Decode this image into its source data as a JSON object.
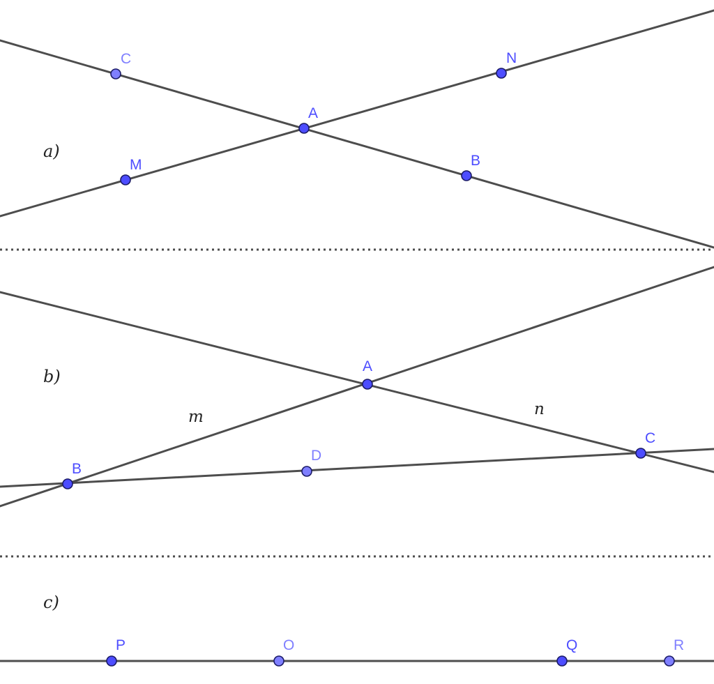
{
  "sections": {
    "a": {
      "label": "a)"
    },
    "b": {
      "label": "b)"
    },
    "c": {
      "label": "c)"
    }
  },
  "points": {
    "a": {
      "A": "A",
      "B": "B",
      "C": "C",
      "M": "M",
      "N": "N"
    },
    "b": {
      "A": "A",
      "B": "B",
      "C": "C",
      "D": "D"
    },
    "c": {
      "P": "P",
      "O": "O",
      "Q": "Q",
      "R": "R"
    }
  },
  "line_names": {
    "m": "m",
    "n": "n"
  },
  "colors": {
    "point_fill": "#4d4dff",
    "point_fill_light": "#7f7fff",
    "line": "#4d4d4d"
  }
}
